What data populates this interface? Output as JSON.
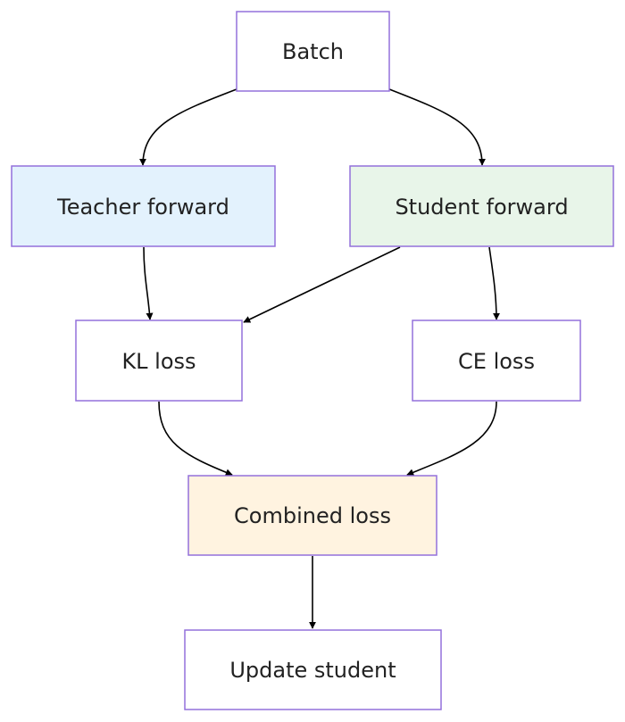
{
  "colors": {
    "node_border": "#9370db",
    "node_default_fill": "#ffffff",
    "edge": "#000000",
    "text": "#222222"
  },
  "nodes": {
    "batch": {
      "label": "Batch",
      "fill": "#ffffff"
    },
    "teacher": {
      "label": "Teacher forward",
      "fill": "#e3f2fd"
    },
    "student": {
      "label": "Student forward",
      "fill": "#e8f5e9"
    },
    "kl": {
      "label": "KL loss",
      "fill": "#ffffff"
    },
    "ce": {
      "label": "CE loss",
      "fill": "#ffffff"
    },
    "combined": {
      "label": "Combined loss",
      "fill": "#fff3e0"
    },
    "update": {
      "label": "Update student",
      "fill": "#ffffff"
    }
  },
  "edges": [
    {
      "from": "batch",
      "to": "teacher"
    },
    {
      "from": "batch",
      "to": "student"
    },
    {
      "from": "teacher",
      "to": "kl"
    },
    {
      "from": "student",
      "to": "kl"
    },
    {
      "from": "student",
      "to": "ce"
    },
    {
      "from": "kl",
      "to": "combined"
    },
    {
      "from": "ce",
      "to": "combined"
    },
    {
      "from": "combined",
      "to": "update"
    }
  ]
}
